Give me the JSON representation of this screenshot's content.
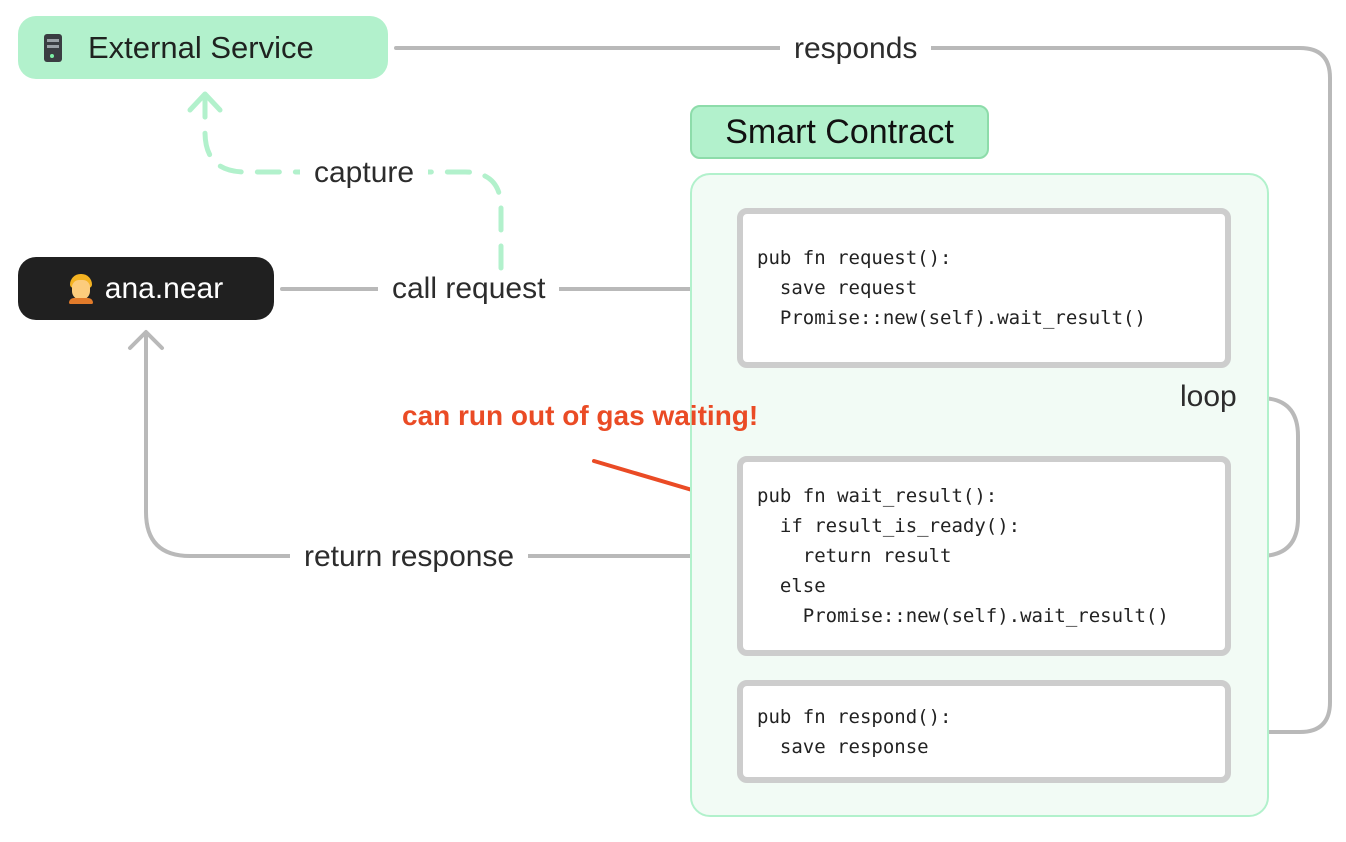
{
  "nodes": {
    "external_service": "External Service",
    "user": "ana.near",
    "smart_contract": "Smart Contract"
  },
  "code": {
    "request": [
      "pub fn request():",
      "  save request",
      "  Promise::new(self).wait_result()"
    ],
    "wait_result": [
      "pub fn wait_result():",
      "  if result_is_ready():",
      "    return result",
      "  else",
      "    Promise::new(self).wait_result()"
    ],
    "respond": [
      "pub fn respond():",
      "  save response"
    ]
  },
  "edges": {
    "responds": "responds",
    "capture": "capture",
    "call_request": "call request",
    "return_response": "return response",
    "loop": "loop"
  },
  "annotation": "can run out of gas waiting!",
  "colors": {
    "green_fill": "#b2f1cc",
    "green_dashed": "#b2f1cc",
    "arrow_gray": "#b9b9b9",
    "warning": "#ea4b25",
    "user_fill": "#202020",
    "container_fill": "#f2fbf5"
  },
  "icons": {
    "external_service": "server-icon",
    "user": "person-avatar-icon"
  }
}
